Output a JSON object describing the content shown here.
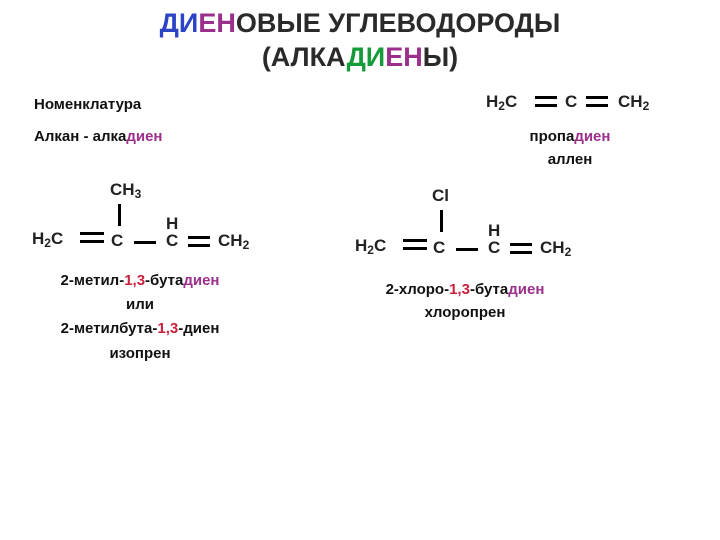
{
  "title": {
    "line1": {
      "di": "ДИ",
      "en": "ЕН",
      "rest": "ОВЫЕ УГЛЕВОДОРОДЫ"
    },
    "line2": {
      "open": "(АЛКА",
      "di": "ДИ",
      "en": "ЕН",
      "close": "Ы)"
    }
  },
  "nomenclature": {
    "heading": "Номенклатура",
    "rule_prefix": "Алкан  -  алка",
    "rule_suffix": "диен"
  },
  "allene": {
    "atom1": "H",
    "atom1_sub": "2",
    "atom1_tail": "C",
    "atom2": "C",
    "atom3": "CH",
    "atom3_sub": "2",
    "name_prefix": "пропа",
    "name_suffix": "диен",
    "trivial": "аллен"
  },
  "isoprene": {
    "substituent": "CH",
    "substituent_sub": "3",
    "h_label": "H",
    "atom1": "H",
    "atom1_sub": "2",
    "atom1_tail": "C",
    "atom2": "C",
    "atom3": "C",
    "atom4": "CH",
    "atom4_sub": "2",
    "name1": {
      "p1": "2-метил-",
      "p2": "1,3",
      "p3": "-бута",
      "p4": "диен"
    },
    "or": "или",
    "name2": {
      "p1": "2-метилбута-",
      "p2": "1,3",
      "p3": "-диен"
    },
    "trivial": "изопрен"
  },
  "chloroprene": {
    "substituent": "Cl",
    "h_label": "H",
    "atom1": "H",
    "atom1_sub": "2",
    "atom1_tail": "C",
    "atom2": "C",
    "atom3": "C",
    "atom4": "CH",
    "atom4_sub": "2",
    "name1": {
      "p1": "2-хлоро-",
      "p2": "1,3",
      "p3": "-бута",
      "p4": "диен"
    },
    "trivial": "хлоропрен"
  },
  "colors": {
    "di": "#2c43c6",
    "en": "#9b2f8c",
    "locants": "#cc1f3a",
    "title_di_2": "#169b3a",
    "text": "#111111"
  }
}
